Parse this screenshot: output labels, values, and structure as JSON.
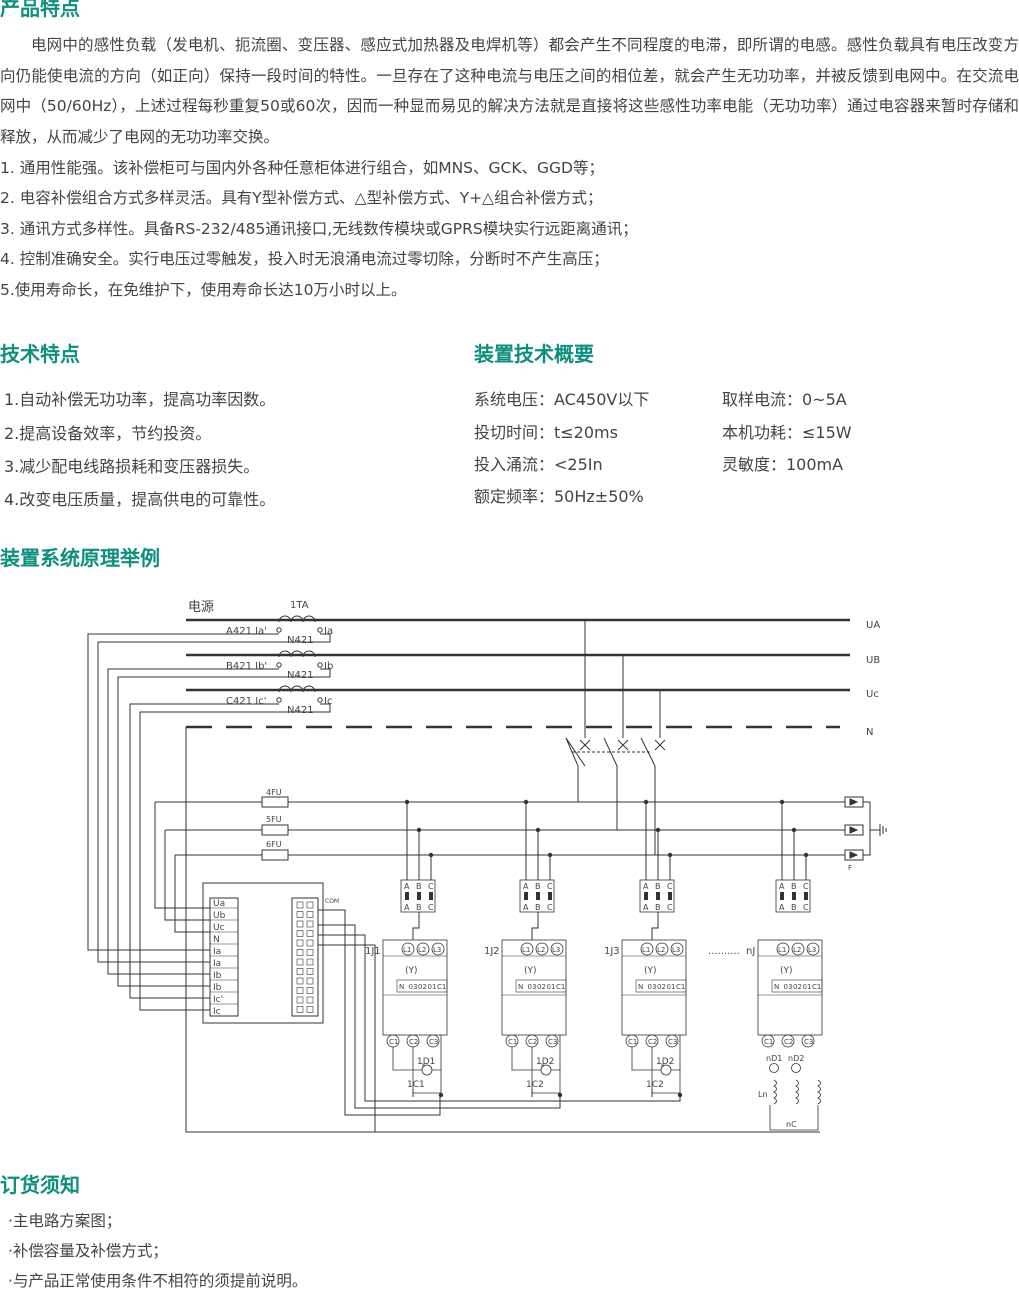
{
  "features": {
    "title": "产品特点",
    "intro": "电网中的感性负载（发电机、扼流圈、变压器、感应式加热器及电焊机等）都会产生不同程度的电滞，即所谓的电感。感性负载具有电压改变方向仍能使电流的方向（如正向）保持一段时间的特性。一旦存在了这种电流与电压之间的相位差，就会产生无功功率，并被反馈到电网中。在交流电网中（50/60Hz），上述过程每秒重复50或60次，因而一种显而易见的解决方法就是直接将这些感性功率电能（无功功率）通过电容器来暂时存储和释放，从而减少了电网的无功功率交换。",
    "items": [
      "1. 通用性能强。该补偿柜可与国内外各种任意柜体进行组合，如MNS、GCK、GGD等；",
      "2. 电容补偿组合方式多样灵活。具有Y型补偿方式、△型补偿方式、Y+△组合补偿方式；",
      "3. 通讯方式多样性。具备RS-232/485通讯接口,无线数传模块或GPRS模块实行远距离通讯；",
      "4. 控制准确安全。实行电压过零触发，投入时无浪涌电流过零切除，分断时不产生高压；",
      "5.使用寿命长，在免维护下，使用寿命长达10万小时以上。"
    ]
  },
  "tech": {
    "title": "技术特点",
    "items": [
      "1.自动补偿无功功率，提高功率因数。",
      "2.提高设备效率，节约投资。",
      "3.减少配电线路损耗和变压器损失。",
      "4.改变电压质量，提高供电的可靠性。"
    ]
  },
  "specs": {
    "title": "装置技术概要",
    "left": [
      "系统电压：AC450V以下",
      "投切时间：t≤20ms",
      "投入涌流：<25In",
      "额定频率：50Hz±50%"
    ],
    "right": [
      "取样电流：0~5A",
      "本机功耗：≤15W",
      "灵敏度：100mA"
    ]
  },
  "diagram": {
    "title": "装置系统原理举例",
    "source_label": "电源",
    "ct_label": "1TA",
    "phase_left": [
      "A421  Ia'",
      "B421  Ib'",
      "C421  Ic'"
    ],
    "phase_right": [
      "Ia",
      "Ib",
      "Ic"
    ],
    "n421": "N421",
    "bus_labels": [
      "UA",
      "UB",
      "Uc",
      "N"
    ],
    "fuses": [
      "4FU",
      "5FU",
      "6FU"
    ],
    "controller_inputs": [
      "Ua",
      "Ub",
      "Uc",
      "N",
      "Ia",
      "Ia",
      "Ib",
      "Ib",
      "Ic'",
      "Ic"
    ],
    "com_label": "COM",
    "abc": [
      "A",
      "B",
      "C"
    ],
    "contactor_top": [
      "L1",
      "L2",
      "L3"
    ],
    "contactor_y": "(Y)",
    "contactor_ctrl": [
      "N",
      "03",
      "02",
      "01",
      "C1"
    ],
    "contactor_bottom": [
      "C1",
      "C2",
      "C3"
    ],
    "units": [
      {
        "j": "1J1",
        "d": "1D1",
        "c": "1C1"
      },
      {
        "j": "1J2",
        "d": "1D2",
        "c": "1C2"
      },
      {
        "j": "1J3",
        "d": "1D2",
        "c": "1C2"
      }
    ],
    "last_j": "nJ",
    "dots": "..........",
    "last_d": [
      "nD1",
      "nD2"
    ],
    "last_ln": "Ln",
    "last_nc": "nC",
    "f_label": "F"
  },
  "order": {
    "title": "订货须知",
    "items": [
      "·主电路方案图；",
      "·补偿容量及补偿方式；",
      "·与产品正常使用条件不相符的须提前说明。"
    ]
  },
  "colors": {
    "heading": "#0e8f7e",
    "text": "#444444",
    "line": "#333333"
  }
}
